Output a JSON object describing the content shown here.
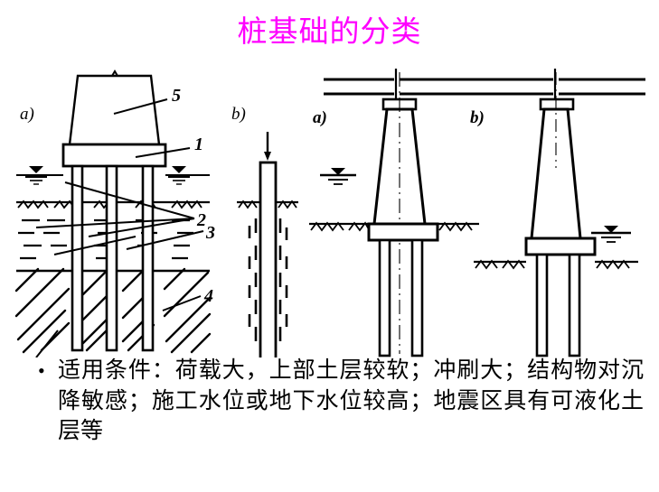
{
  "slide": {
    "title": "桩基础的分类",
    "title_color": "#ff00ff",
    "background_color": "#ffffff",
    "text_color": "#000000"
  },
  "body": {
    "bullet_glyph": "•",
    "paragraph": "适用条件：荷载大，上部土层较软；冲刷大；结构物对沉降敏感；施工水位或地下水位较高；地震区具有可液化土层等"
  },
  "figures": {
    "left_group": {
      "sub_a_label": "a)",
      "sub_b_label": "b)",
      "callouts": [
        {
          "id": "5",
          "label": "5"
        },
        {
          "id": "1",
          "label": "1"
        },
        {
          "id": "2",
          "label": "2"
        },
        {
          "id": "3",
          "label": "3"
        },
        {
          "id": "4",
          "label": "4"
        }
      ]
    },
    "right_group": {
      "sub_a_label": "a)",
      "sub_b_label": "b)"
    }
  }
}
